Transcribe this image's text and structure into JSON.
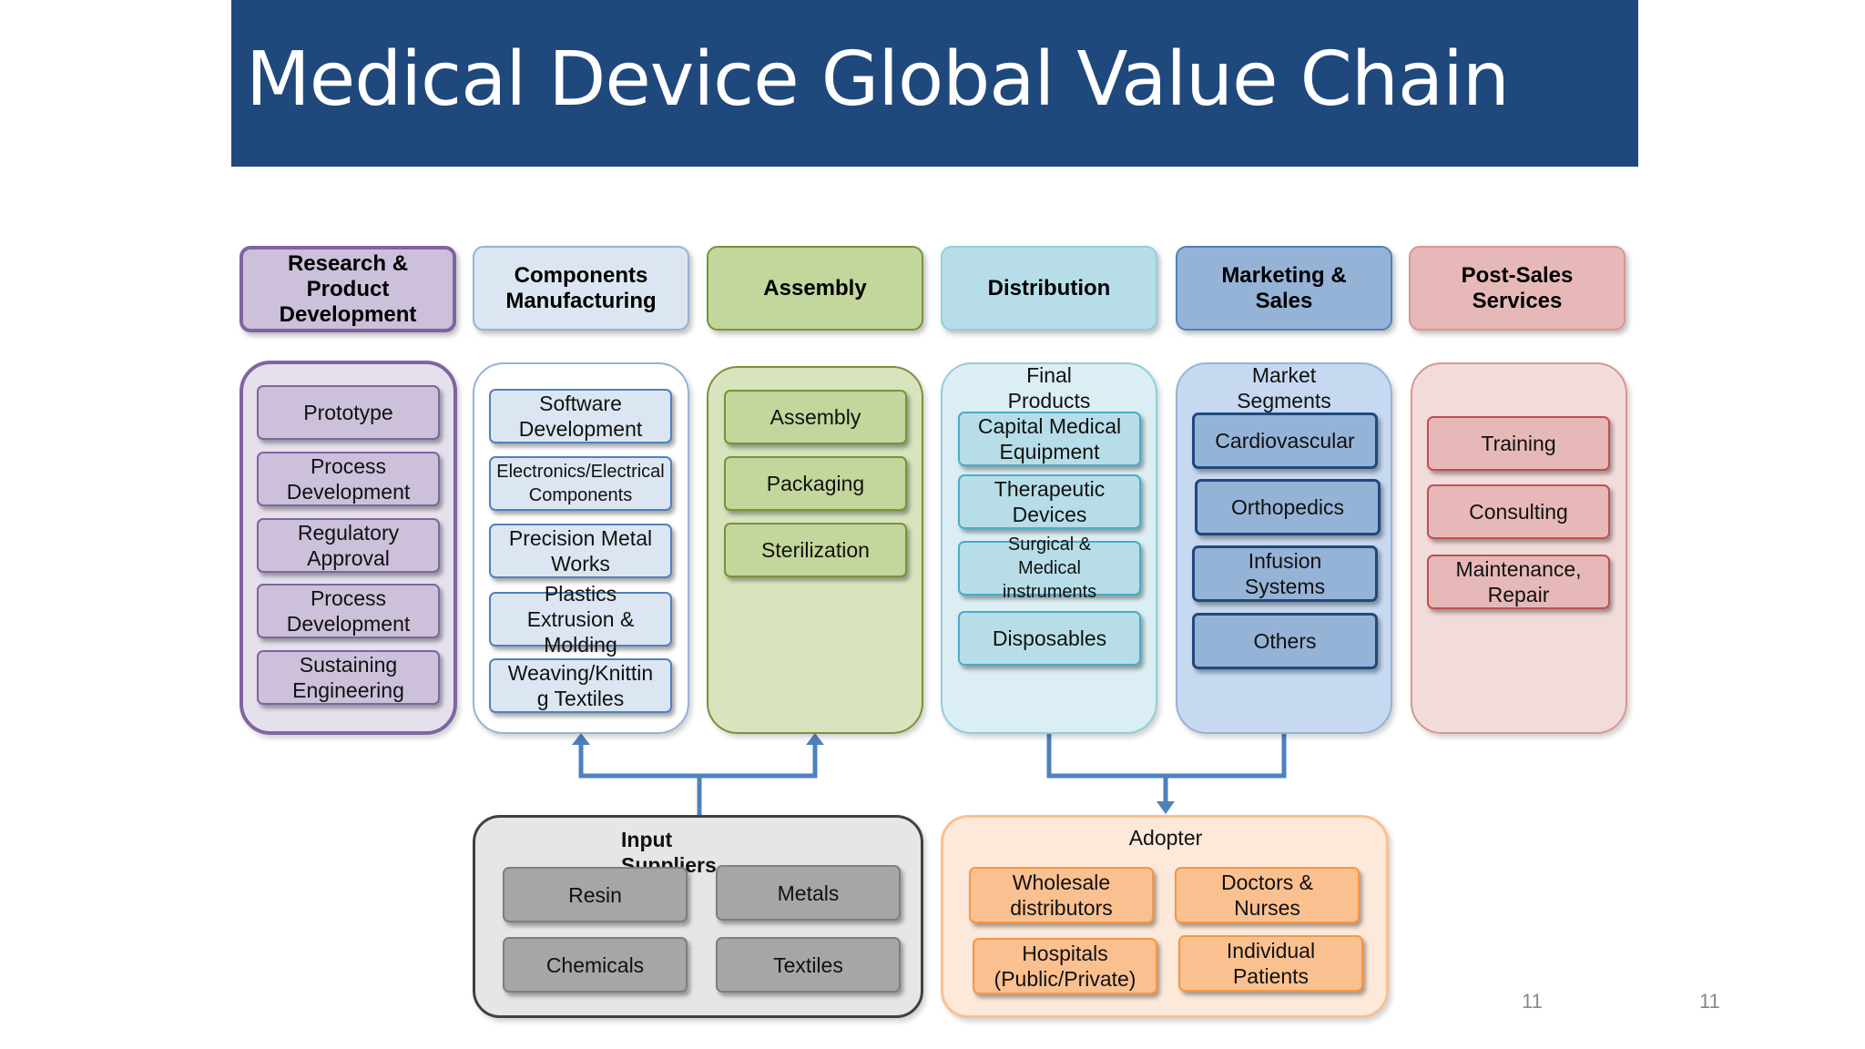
{
  "title": "Medical Device Global Value Chain",
  "colors": {
    "title_bg": "#1f497d",
    "connector": "#4f81bd"
  },
  "stages": {
    "rnd": {
      "header": "Research & Product Development",
      "items": [
        "Prototype",
        "Process Development",
        "Regulatory Approval",
        "Process Development",
        "Sustaining Engineering"
      ]
    },
    "components": {
      "header": "Components Manufacturing",
      "items": [
        "Software Development",
        "Electronics/Electrical Components",
        "Precision Metal Works",
        "Plastics Extrusion & Molding",
        "Weaving/Knitting Textiles"
      ]
    },
    "assembly": {
      "header": "Assembly",
      "items": [
        "Assembly",
        "Packaging",
        "Sterilization"
      ]
    },
    "distribution": {
      "header": "Distribution",
      "label": "Final Products",
      "items": [
        "Capital Medical Equipment",
        "Therapeutic Devices",
        "Surgical & Medical instruments",
        "Disposables"
      ]
    },
    "marketing": {
      "header": "Marketing & Sales",
      "label": "Market Segments",
      "items": [
        "Cardiovascular",
        "Orthopedics",
        "Infusion Systems",
        "Others"
      ]
    },
    "postsales": {
      "header": "Post-Sales Services",
      "items": [
        "Training",
        "Consulting",
        "Maintenance, Repair"
      ]
    }
  },
  "input_suppliers": {
    "label": "Input Suppliers",
    "items": [
      "Resin",
      "Metals",
      "Chemicals",
      "Textiles"
    ]
  },
  "adopter": {
    "label": "Adopter",
    "items": [
      "Wholesale distributors",
      "Doctors & Nurses",
      "Hospitals (Public/Private)",
      "Individual Patients"
    ]
  },
  "page_numbers": [
    "11",
    "11"
  ]
}
